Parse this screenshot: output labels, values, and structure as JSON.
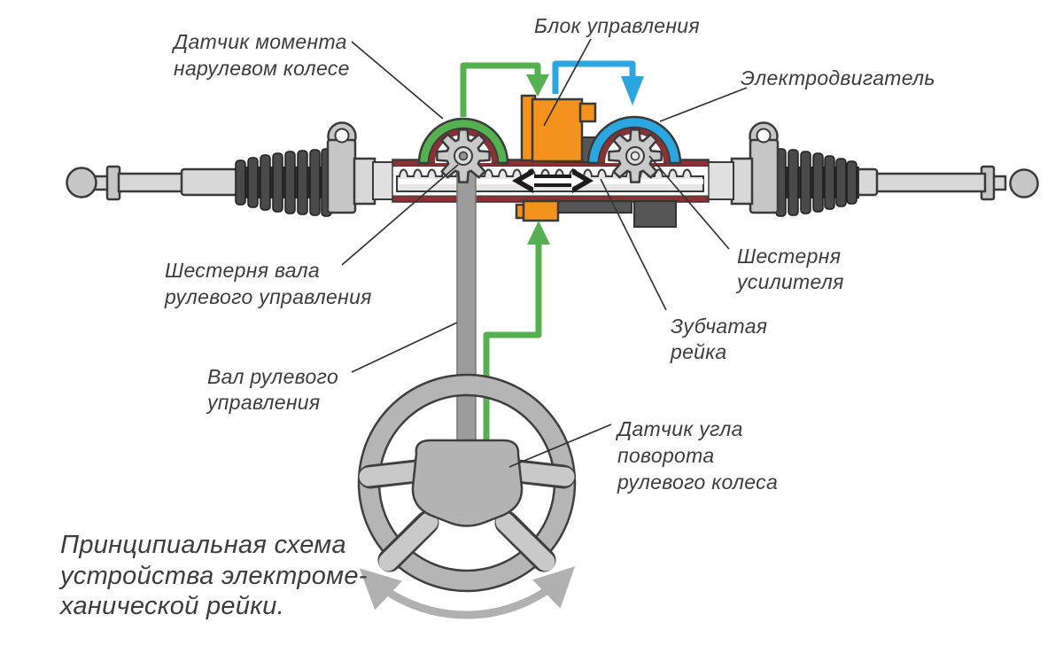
{
  "colors": {
    "green": "#55b04f",
    "blue": "#2ba6df",
    "orange": "#f4921e",
    "maroon": "#8a3133",
    "text": "#3c3c3c"
  },
  "labels": {
    "torque_sensor": {
      "line1": "Датчик момента",
      "line2": "нарулевом колесе"
    },
    "control_unit": {
      "line1": "Блок управления"
    },
    "electric_motor": {
      "line1": "Электродвигатель"
    },
    "steering_shaft_gear": {
      "line1": "Шестерня вала",
      "line2": "рулевого управления"
    },
    "booster_gear": {
      "line1": "Шестерня",
      "line2": "усилителя"
    },
    "toothed_rack": {
      "line1": "Зубчатая",
      "line2": "рейка"
    },
    "steering_shaft": {
      "line1": "Вал рулевого",
      "line2": "управления"
    },
    "angle_sensor": {
      "line1": "Датчик угла",
      "line2": "поворота",
      "line3": "рулевого колеса"
    },
    "caption": {
      "line1": "Принципиальная схема",
      "line2": "устройства электроме-",
      "line3": "ханической рейки."
    }
  }
}
